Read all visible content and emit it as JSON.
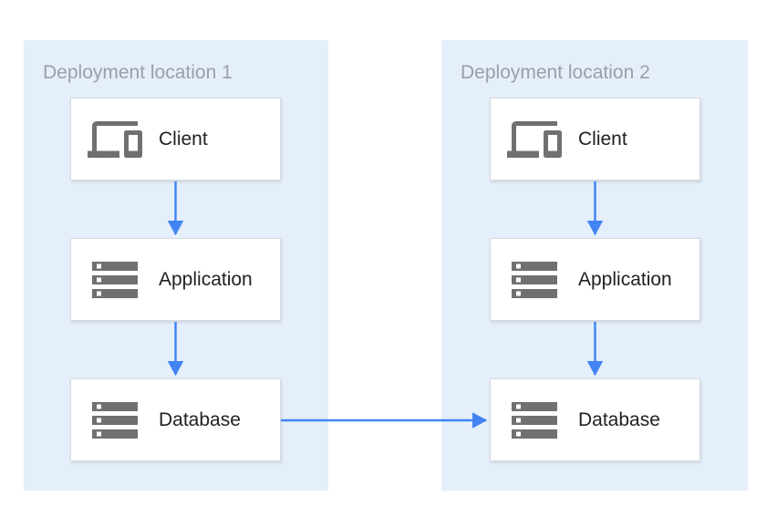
{
  "diagram": {
    "locations": [
      {
        "title": "Deployment location 1",
        "nodes": [
          {
            "label": "Client",
            "icon": "devices-icon"
          },
          {
            "label": "Application",
            "icon": "storage-icon"
          },
          {
            "label": "Database",
            "icon": "storage-icon"
          }
        ]
      },
      {
        "title": "Deployment location 2",
        "nodes": [
          {
            "label": "Client",
            "icon": "devices-icon"
          },
          {
            "label": "Application",
            "icon": "storage-icon"
          },
          {
            "label": "Database",
            "icon": "storage-icon"
          }
        ]
      }
    ],
    "connections": [
      {
        "from": "location-1-client",
        "to": "location-1-application"
      },
      {
        "from": "location-1-application",
        "to": "location-1-database"
      },
      {
        "from": "location-2-client",
        "to": "location-2-application"
      },
      {
        "from": "location-2-application",
        "to": "location-2-database"
      },
      {
        "from": "location-1-database",
        "to": "location-2-database"
      }
    ],
    "colors": {
      "panel_background": "#e5effb",
      "node_background": "#ffffff",
      "node_border": "#d7dade",
      "arrow": "#4284f4",
      "title_text": "#9aa0a6",
      "label_text": "#202124",
      "icon": "#707070"
    }
  }
}
